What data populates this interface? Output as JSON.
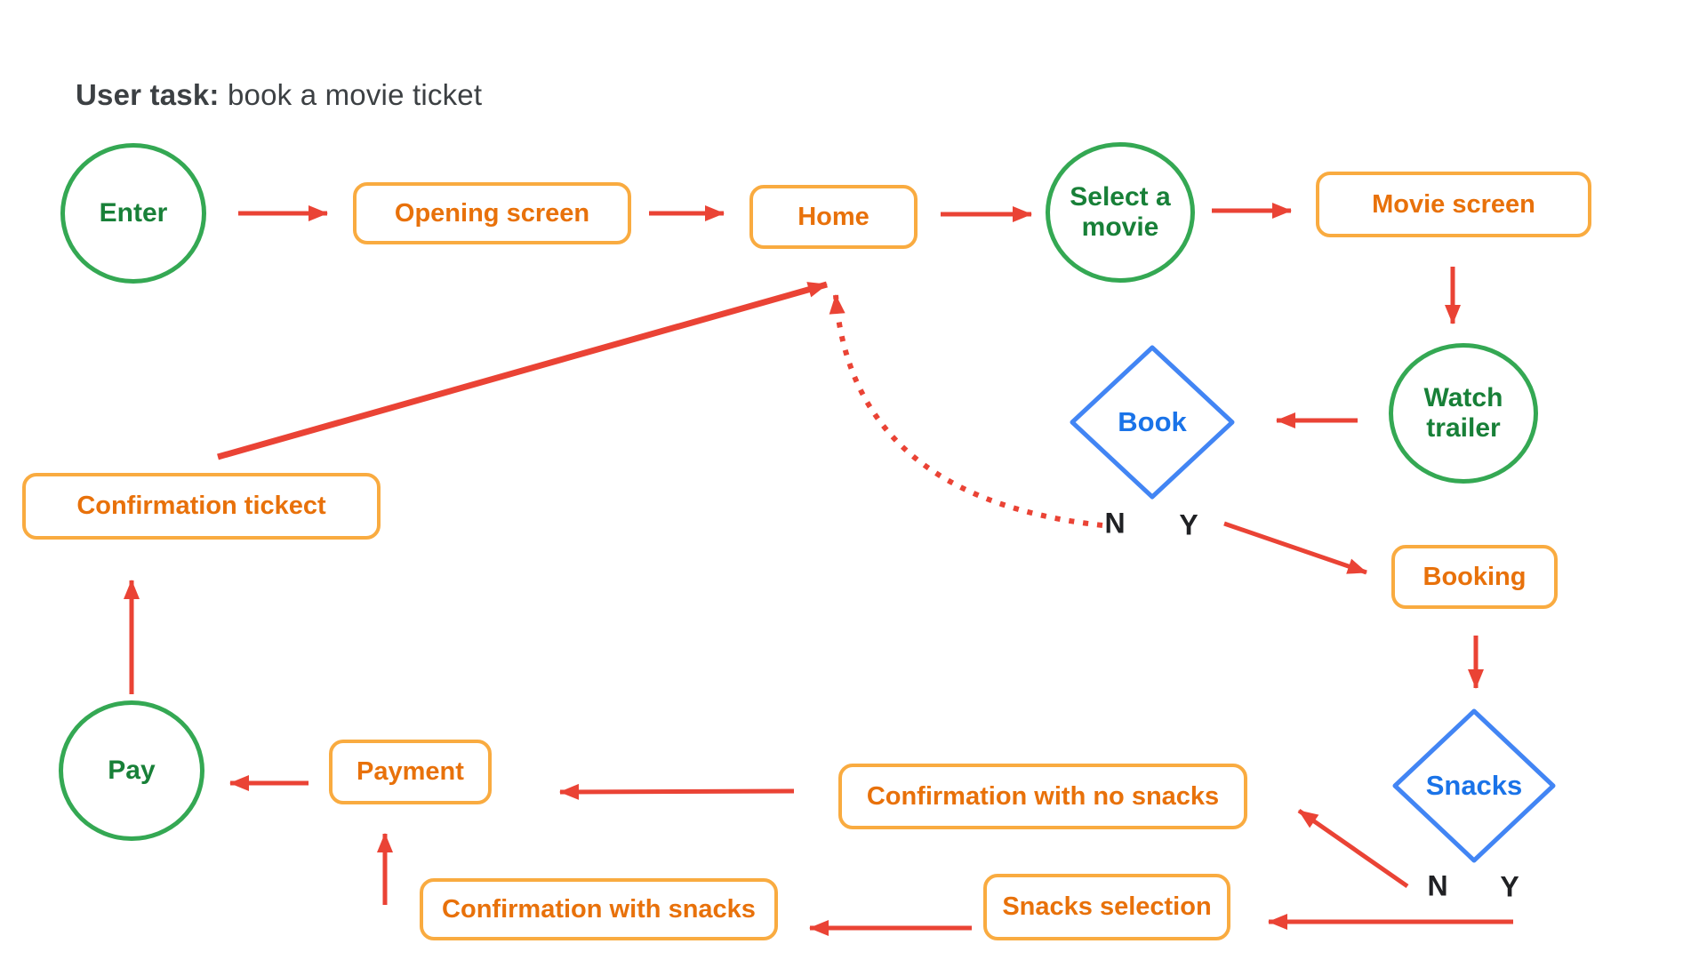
{
  "title": {
    "bold": "User task:",
    "rest": " book a movie ticket"
  },
  "colors": {
    "green_stroke": "#34A853",
    "green_text": "#188038",
    "orange_stroke": "#F9AB40",
    "orange_text": "#E8710A",
    "blue_stroke": "#4285F4",
    "blue_text": "#1A73E8",
    "arrow_red": "#EA4335",
    "title_text": "#3C4043",
    "decision_label_text": "#202124"
  },
  "nodes": {
    "enter": {
      "label": "Enter",
      "type": "circle"
    },
    "opening_screen": {
      "label": "Opening screen",
      "type": "rect"
    },
    "home": {
      "label": "Home",
      "type": "rect"
    },
    "select_movie": {
      "label": "Select a movie",
      "type": "circle"
    },
    "movie_screen": {
      "label": "Movie screen",
      "type": "rect"
    },
    "watch_trailer": {
      "label": "Watch trailer",
      "type": "circle"
    },
    "book": {
      "label": "Book",
      "type": "diamond",
      "no_label": "N",
      "yes_label": "Y"
    },
    "booking": {
      "label": "Booking",
      "type": "rect"
    },
    "snacks": {
      "label": "Snacks",
      "type": "diamond",
      "no_label": "N",
      "yes_label": "Y"
    },
    "snacks_selection": {
      "label": "Snacks selection",
      "type": "rect"
    },
    "confirmation_with_snacks": {
      "label": "Confirmation with snacks",
      "type": "rect"
    },
    "confirmation_no_snacks": {
      "label": "Confirmation with no snacks",
      "type": "rect"
    },
    "payment": {
      "label": "Payment",
      "type": "rect"
    },
    "pay": {
      "label": "Pay",
      "type": "circle"
    },
    "confirmation_tickect": {
      "label": "Confirmation tickect",
      "type": "rect"
    }
  },
  "edges": [
    {
      "from": "Enter",
      "to": "Opening screen",
      "style": "solid"
    },
    {
      "from": "Opening screen",
      "to": "Home",
      "style": "solid"
    },
    {
      "from": "Home",
      "to": "Select a movie",
      "style": "solid"
    },
    {
      "from": "Select a movie",
      "to": "Movie screen",
      "style": "solid"
    },
    {
      "from": "Movie screen",
      "to": "Watch trailer",
      "style": "solid"
    },
    {
      "from": "Watch trailer",
      "to": "Book",
      "style": "solid"
    },
    {
      "from": "Book",
      "to": "Home",
      "branch": "N",
      "style": "dotted"
    },
    {
      "from": "Book",
      "to": "Booking",
      "branch": "Y",
      "style": "solid"
    },
    {
      "from": "Booking",
      "to": "Snacks",
      "style": "solid"
    },
    {
      "from": "Snacks",
      "to": "Confirmation with no snacks",
      "branch": "N",
      "style": "solid"
    },
    {
      "from": "Snacks",
      "to": "Snacks selection",
      "branch": "Y",
      "style": "solid"
    },
    {
      "from": "Snacks selection",
      "to": "Confirmation with snacks",
      "style": "solid"
    },
    {
      "from": "Confirmation with snacks",
      "to": "Payment",
      "style": "solid"
    },
    {
      "from": "Confirmation with no snacks",
      "to": "Payment",
      "style": "solid"
    },
    {
      "from": "Payment",
      "to": "Pay",
      "style": "solid"
    },
    {
      "from": "Pay",
      "to": "Confirmation tickect",
      "style": "solid"
    },
    {
      "from": "Confirmation tickect",
      "to": "Home",
      "style": "solid"
    }
  ]
}
